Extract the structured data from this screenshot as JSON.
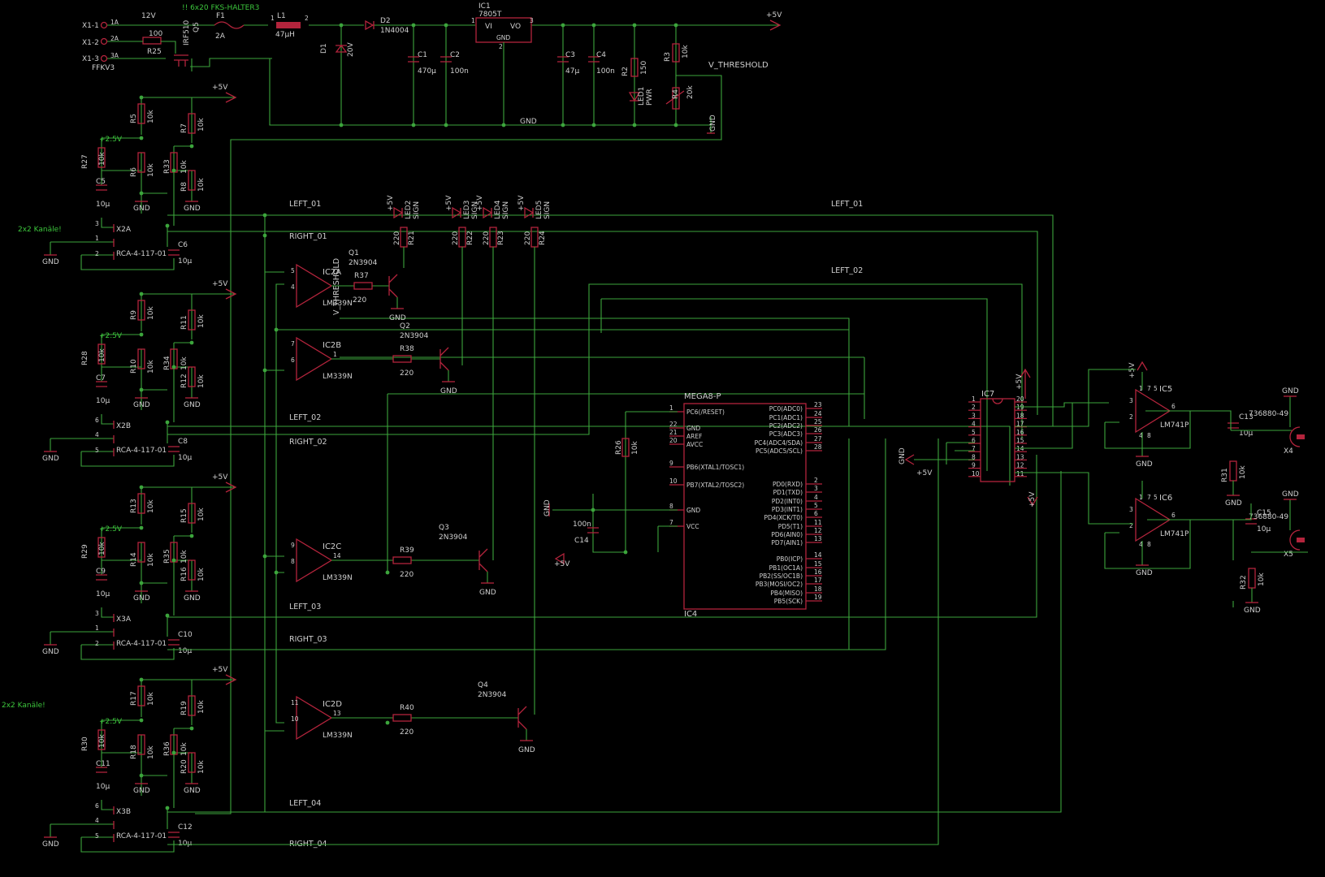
{
  "colors": {
    "background": "#000000",
    "wire": "#3ca53c",
    "part": "#b3243c",
    "text": "#cfcfcf",
    "note": "#3cc63c"
  },
  "notes": {
    "fuse_holder": "!! 6x20 FKS-HALTER3",
    "kanale_1": "2x2 Kanäle!",
    "kanale_2": "2x2 Kanäle!"
  },
  "power": {
    "x1_1": "X1-1",
    "x1_2": "X1-2",
    "x1_3": "X1-3",
    "pin_1a": "1A",
    "pin_2a": "2A",
    "pin_3a": "3A",
    "connector": "FFKV3",
    "v12": "12V",
    "r25": "R25",
    "r25_val": "100",
    "q5": "IRF510",
    "q5_ref": "Q5",
    "f1": "F1",
    "f1_val": "2A",
    "l1": "L1",
    "l1_val": "47µH",
    "l1_p1": "1",
    "l1_p2": "2",
    "d2": "D2",
    "d2_val": "1N4004",
    "d1": "D1",
    "d1_val": "20V",
    "ic1": "IC1",
    "ic1_val": "7805T",
    "ic1_vi": "VI",
    "ic1_vo": "VO",
    "ic1_gnd": "GND",
    "ic1_p1": "1",
    "ic1_p2": "2",
    "ic1_p3": "3",
    "c1": "C1",
    "c1_val": "470µ",
    "c2": "C2",
    "c2_val": "100n",
    "c3": "C3",
    "c3_val": "47µ",
    "c4": "C4",
    "c4_val": "100n",
    "r2": "R2",
    "r2_val": "150",
    "led1": "LED1",
    "led1_val": "PWR",
    "r3": "R3",
    "r3_val": "10k",
    "r4": "R4",
    "r4_val": "20k",
    "v5": "+5V",
    "gnd": "GND",
    "vthr": "V_THRESHOLD"
  },
  "channels": [
    {
      "plus5": "+5V",
      "plus25": "+2.5V",
      "ra": "R5",
      "rb": "R6",
      "rc": "R7",
      "rd": "R8",
      "re": "R33",
      "rf": "R27",
      "cap": "C5",
      "cap_val": "10µ",
      "cap2": "C6",
      "cap2_val": "10µ",
      "jack": "X2A",
      "jack_val": "RCA-4-117-01",
      "pin_a": "3",
      "pin_b": "1",
      "pin_c": "2",
      "val": "10k"
    },
    {
      "plus5": "+5V",
      "plus25": "+2.5V",
      "ra": "R9",
      "rb": "R10",
      "rc": "R11",
      "rd": "R12",
      "re": "R34",
      "rf": "R28",
      "cap": "C7",
      "cap_val": "10µ",
      "cap2": "C8",
      "cap2_val": "10µ",
      "jack": "X2B",
      "jack_val": "RCA-4-117-01",
      "pin_a": "6",
      "pin_b": "4",
      "pin_c": "5",
      "val": "10k"
    },
    {
      "plus5": "+5V",
      "plus25": "+2.5V",
      "ra": "R13",
      "rb": "R14",
      "rc": "R15",
      "rd": "R16",
      "re": "R35",
      "rf": "R29",
      "cap": "C9",
      "cap_val": "10µ",
      "cap2": "C10",
      "cap2_val": "10µ",
      "jack": "X3A",
      "jack_val": "RCA-4-117-01",
      "pin_a": "3",
      "pin_b": "1",
      "pin_c": "2",
      "val": "10k"
    },
    {
      "plus5": "+5V",
      "plus25": "+2.5V",
      "ra": "R17",
      "rb": "R18",
      "rc": "R19",
      "rd": "R20",
      "re": "R36",
      "rf": "R30",
      "cap": "C11",
      "cap_val": "10µ",
      "cap2": "C12",
      "cap2_val": "10µ",
      "jack": "X3B",
      "jack_val": "RCA-4-117-01",
      "pin_a": "6",
      "pin_b": "4",
      "pin_c": "5",
      "val": "10k"
    }
  ],
  "nets": {
    "left_01": "LEFT_01",
    "right_01": "RIGHT_01",
    "left_02": "LEFT_02",
    "right_02": "RIGHT_02",
    "left_03": "LEFT_03",
    "right_03": "RIGHT_03",
    "left_04": "LEFT_04",
    "right_04": "RIGHT_04",
    "left_01_b": "LEFT_01",
    "left_02_b": "LEFT_02",
    "vthr_v": "V_THRESHOLD"
  },
  "comparators": [
    {
      "ref": "IC2A",
      "val": "LM339N",
      "pin_p": "5",
      "pin_n": "4",
      "pin_o": "",
      "r": "R37",
      "r_val": "220",
      "q": "Q1",
      "q_val": "2N3904"
    },
    {
      "ref": "IC2B",
      "val": "LM339N",
      "pin_p": "7",
      "pin_n": "6",
      "pin_o": "1",
      "r": "R38",
      "r_val": "220",
      "q": "Q2",
      "q_val": "2N3904"
    },
    {
      "ref": "IC2C",
      "val": "LM339N",
      "pin_p": "9",
      "pin_n": "8",
      "pin_o": "14",
      "r": "R39",
      "r_val": "220",
      "q": "Q3",
      "q_val": "2N3904"
    },
    {
      "ref": "IC2D",
      "val": "LM339N",
      "pin_p": "11",
      "pin_n": "10",
      "pin_o": "13",
      "r": "R40",
      "r_val": "220",
      "q": "Q4",
      "q_val": "2N3904"
    }
  ],
  "leds": [
    {
      "led": "LED2",
      "val": "SIGN",
      "r": "R21",
      "r_val": "220",
      "v": "+5V"
    },
    {
      "led": "LED3",
      "val": "SIGN",
      "r": "R22",
      "r_val": "220",
      "v": "+5V"
    },
    {
      "led": "LED4",
      "val": "SIGN",
      "r": "R23",
      "r_val": "220",
      "v": "+5V"
    },
    {
      "led": "LED5",
      "val": "SIGN",
      "r": "R24",
      "r_val": "220",
      "v": "+5V"
    }
  ],
  "mcu": {
    "name": "MEGA8-P",
    "ref": "IC4",
    "r26": "R26",
    "r26_val": "10k",
    "c14": "C14",
    "c14_val": "100n",
    "left_pins": [
      {
        "num": "1",
        "label": "PC6(/RESET)"
      },
      {
        "num": "22",
        "label": "GND"
      },
      {
        "num": "21",
        "label": "AREF"
      },
      {
        "num": "20",
        "label": "AVCC"
      },
      {
        "num": "9",
        "label": "PB6(XTAL1/TOSC1)"
      },
      {
        "num": "10",
        "label": "PB7(XTAL2/TOSC2)"
      },
      {
        "num": "8",
        "label": "GND"
      },
      {
        "num": "7",
        "label": "VCC"
      }
    ],
    "right_pins": [
      {
        "num": "23",
        "label": "PC0(ADC0)"
      },
      {
        "num": "24",
        "label": "PC1(ADC1)"
      },
      {
        "num": "25",
        "label": "PC2(ADC2)"
      },
      {
        "num": "26",
        "label": "PC3(ADC3)"
      },
      {
        "num": "27",
        "label": "PC4(ADC4/SDA)"
      },
      {
        "num": "28",
        "label": "PC5(ADC5/SCL)"
      },
      {
        "num": "2",
        "label": "PD0(RXD)"
      },
      {
        "num": "3",
        "label": "PD1(TXD)"
      },
      {
        "num": "4",
        "label": "PD2(INT0)"
      },
      {
        "num": "5",
        "label": "PD3(INT1)"
      },
      {
        "num": "6",
        "label": "PD4(XCK/T0)"
      },
      {
        "num": "11",
        "label": "PD5(T1)"
      },
      {
        "num": "12",
        "label": "PD6(AIN0)"
      },
      {
        "num": "13",
        "label": "PD7(AIN1)"
      },
      {
        "num": "14",
        "label": "PB0(ICP)"
      },
      {
        "num": "15",
        "label": "PB1(OC1A)"
      },
      {
        "num": "16",
        "label": "PB2(SS/OC1B)"
      },
      {
        "num": "17",
        "label": "PB3(MOSI/OC2)"
      },
      {
        "num": "18",
        "label": "PB4(MISO)"
      },
      {
        "num": "19",
        "label": "PB5(SCK)"
      }
    ],
    "gnd": "GND",
    "v5": "+5V"
  },
  "mux": {
    "ref": "IC7",
    "gnd": "GND",
    "v5": "+5V",
    "v5b": "+5V",
    "v5c": "+5V",
    "left_pins": [
      "1",
      "2",
      "3",
      "4",
      "5",
      "6",
      "7",
      "8",
      "9",
      "10"
    ],
    "right_pins": [
      "20",
      "19",
      "18",
      "17",
      "16",
      "15",
      "14",
      "13",
      "12",
      "11"
    ]
  },
  "outputs": [
    {
      "ref": "IC5",
      "val": "LM741P",
      "p_plus": "3",
      "p_minus": "2",
      "p_out": "6",
      "p_v": "7",
      "p_n": "4",
      "p_8": "8",
      "p_1": "1",
      "p_5": "5",
      "cap": "C13",
      "cap_val": "10µ",
      "r": "R31",
      "r_val": "10k",
      "jack": "X4",
      "jack_val": "736880-49",
      "gnd": "GND",
      "v5": "+5V"
    },
    {
      "ref": "IC6",
      "val": "LM741P",
      "p_plus": "3",
      "p_minus": "2",
      "p_out": "6",
      "p_v": "7",
      "p_n": "4",
      "p_8": "8",
      "p_1": "1",
      "p_5": "5",
      "cap": "C15",
      "cap_val": "10µ",
      "r": "R32",
      "r_val": "10k",
      "jack": "X5",
      "jack_val": "736880-49",
      "gnd": "GND",
      "v5": "+5V"
    }
  ]
}
